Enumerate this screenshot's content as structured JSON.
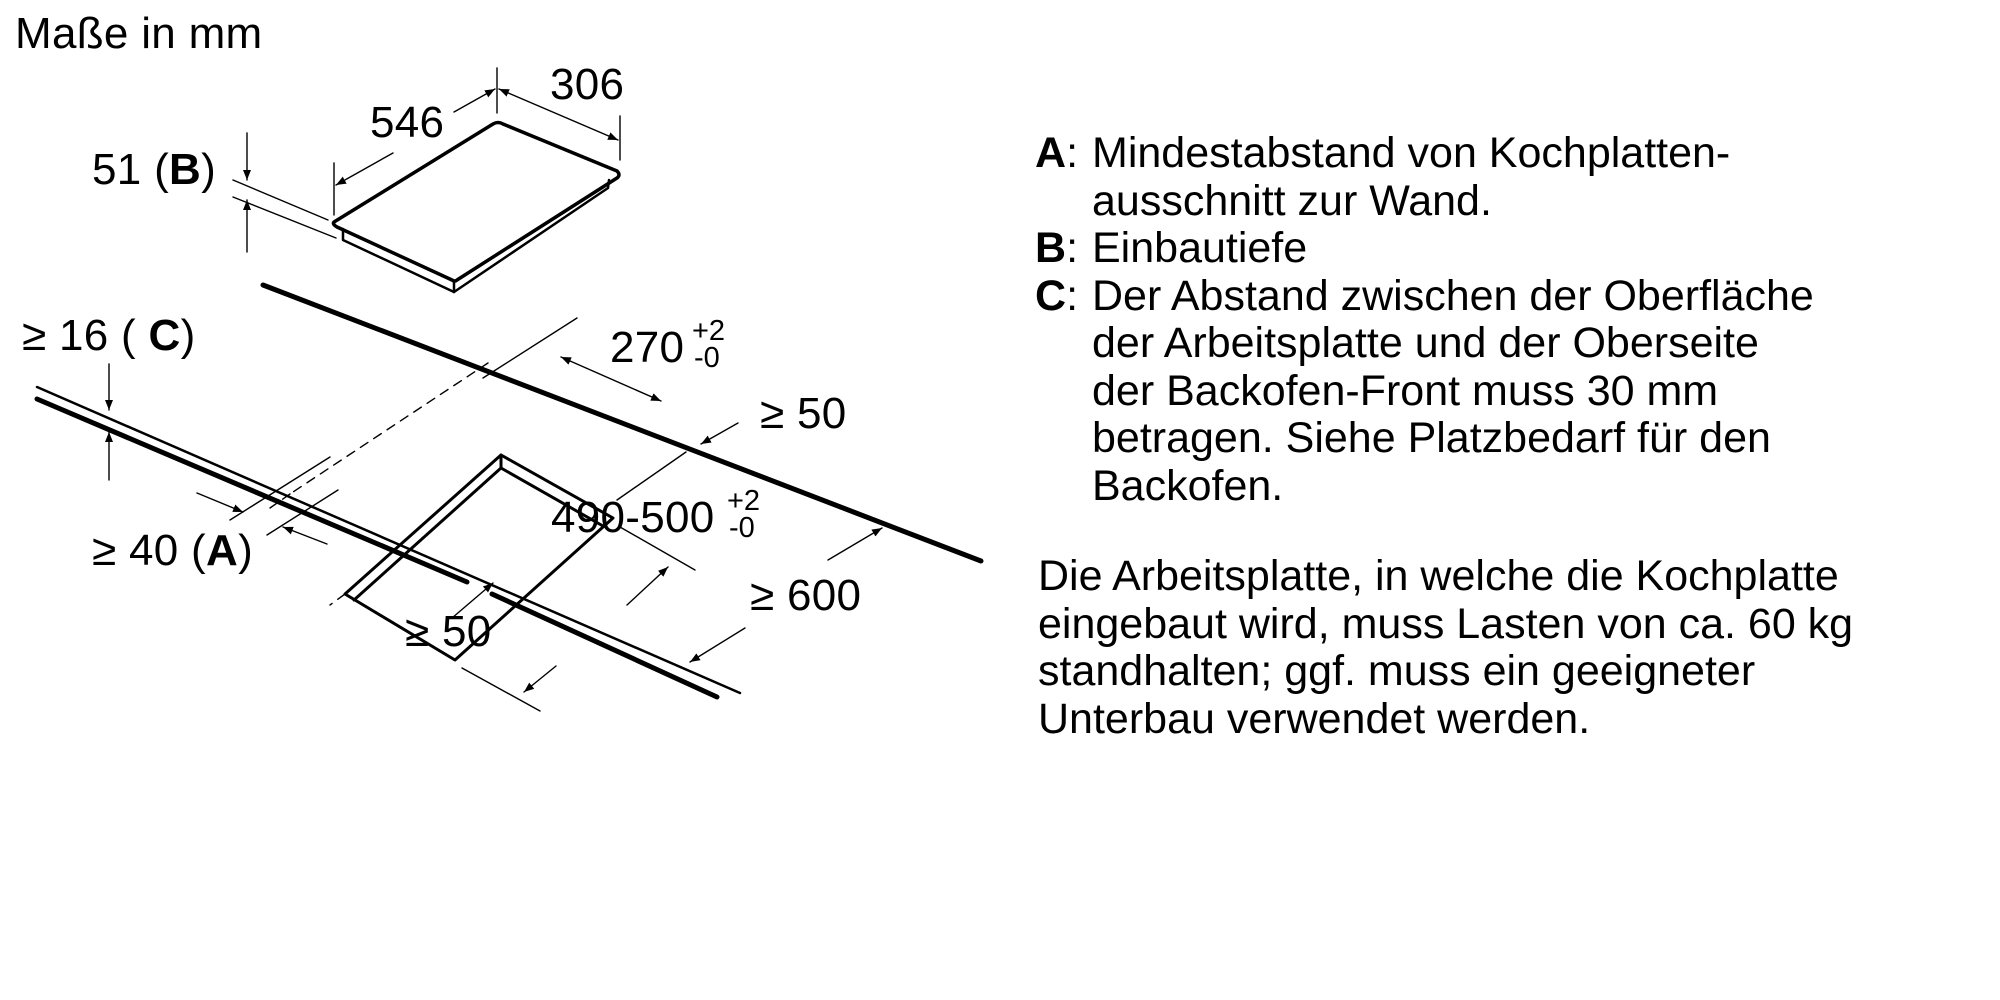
{
  "title": "Maße in mm",
  "diagram": {
    "hob": {
      "depth_label": "51",
      "depth_key": "B",
      "width_label": "546",
      "length_label": "306"
    },
    "worktop": {
      "thickness_prefix": "≥ 16",
      "thickness_key": "C",
      "wall_distance_prefix": "≥ 40",
      "wall_distance_key": "A",
      "cutout_width": "270",
      "cutout_width_tol_plus": "+2",
      "cutout_width_tol_minus": "-0",
      "cutout_length": "490-500",
      "cutout_length_tol_plus": "+2",
      "cutout_length_tol_minus": "-0",
      "side_clearance_right": "≥ 50",
      "side_clearance_front": "≥ 50",
      "worktop_depth": "≥ 600"
    },
    "colors": {
      "line": "#000000",
      "background": "#ffffff"
    }
  },
  "legend": [
    {
      "key": "A",
      "sep": ":",
      "text": "Mindestabstand von Kochplatten-ausschnitt zur Wand.",
      "lines": [
        "Mindestabstand von Kochplatten-",
        "ausschnitt zur Wand."
      ]
    },
    {
      "key": "B",
      "sep": ":",
      "text": "Einbautiefe",
      "lines": [
        "Einbautiefe"
      ]
    },
    {
      "key": "C",
      "sep": ":",
      "text": "Der Abstand zwischen der Oberfläche der Arbeitsplatte und der Oberseite der Backofen-Front muss 30 mm betragen. Siehe Platzbedarf für den Backofen.",
      "lines": [
        "Der Abstand zwischen der Oberfläche",
        "der Arbeitsplatte und der Oberseite",
        "der Backofen-Front muss 30 mm",
        "betragen. Siehe Platzbedarf für den",
        "Backofen."
      ]
    }
  ],
  "note": {
    "lines": [
      "Die Arbeitsplatte, in welche die Kochplatte",
      "eingebaut wird, muss Lasten von ca. 60 kg",
      "standhalten; ggf. muss ein geeigneter",
      "Unterbau verwendet werden."
    ]
  }
}
